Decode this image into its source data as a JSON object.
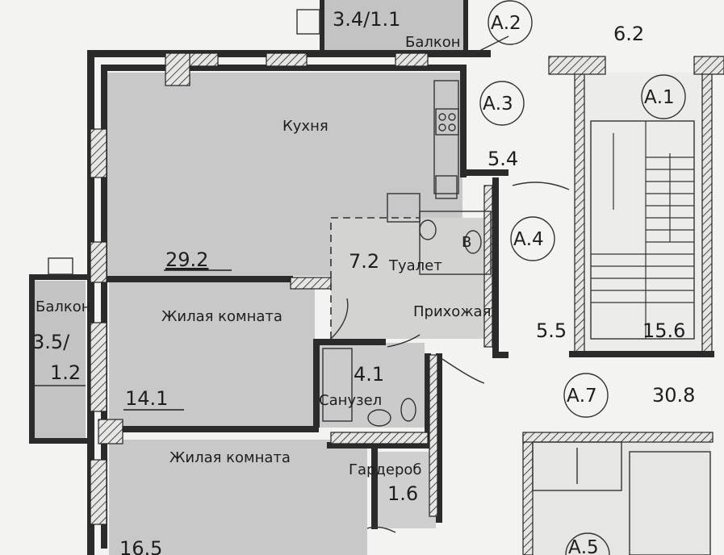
{
  "colors": {
    "background": "#f3f3f1",
    "room_fill": "#c8c8c8",
    "wall": "#2b2b2b",
    "ink": "#1e1e1e"
  },
  "rooms": {
    "kitchen": {
      "name": "Кухня",
      "area": "29.2"
    },
    "hall_area": "7.2",
    "toilet": "Туалет",
    "hallway": "Прихожая",
    "living1": {
      "name": "Жилая комната",
      "area": "14.1"
    },
    "living2": {
      "name": "Жилая комната",
      "area": "16.5"
    },
    "bathroom": {
      "name": "Санузел",
      "area": "4.1"
    },
    "wardrobe": {
      "name": "Гардероб",
      "area": "1.6"
    },
    "balcony_top": {
      "name": "Балкон",
      "area": "3.4/1.1"
    },
    "balcony_left": {
      "name": "Балкон",
      "area_line1": "3.5/",
      "area_line2": "1.2"
    }
  },
  "zones": {
    "a62": "6.2",
    "a54": "5.4",
    "a55": "5.5",
    "a156": "15.6",
    "a308": "30.8"
  },
  "axes": {
    "a1": "А.1",
    "a2": "А.2",
    "a3": "А.3",
    "a4": "А.4",
    "a5": "А.5",
    "a7": "А.7",
    "b": "В"
  }
}
